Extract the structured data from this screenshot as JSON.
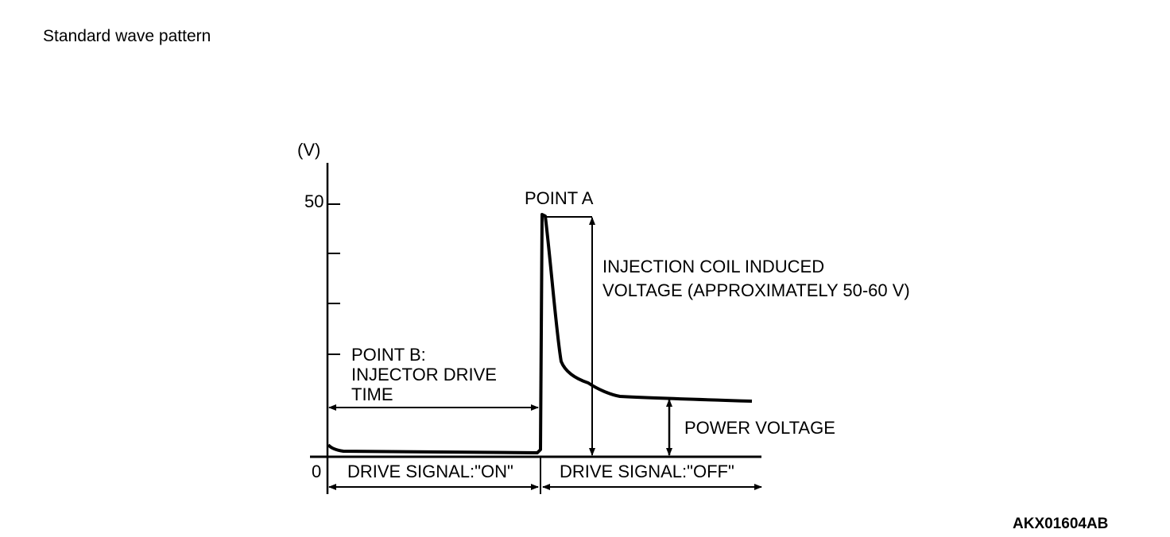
{
  "page": {
    "title": "Standard wave pattern"
  },
  "diagram": {
    "y_axis": {
      "unit": "(V)",
      "tick_top": "50",
      "origin": "0"
    },
    "labels": {
      "point_a": "POINT A",
      "induced_line1": "INJECTION COIL INDUCED",
      "induced_line2": "VOLTAGE (APPROXIMATELY 50-60 V)",
      "point_b_line1": "POINT B:",
      "point_b_line2": "INJECTOR DRIVE",
      "point_b_line3": "TIME",
      "power_voltage": "POWER VOLTAGE",
      "drive_on": "DRIVE SIGNAL:\"ON\"",
      "drive_off": "DRIVE SIGNAL:\"OFF\""
    },
    "reference_code": "AKX01604AB"
  }
}
